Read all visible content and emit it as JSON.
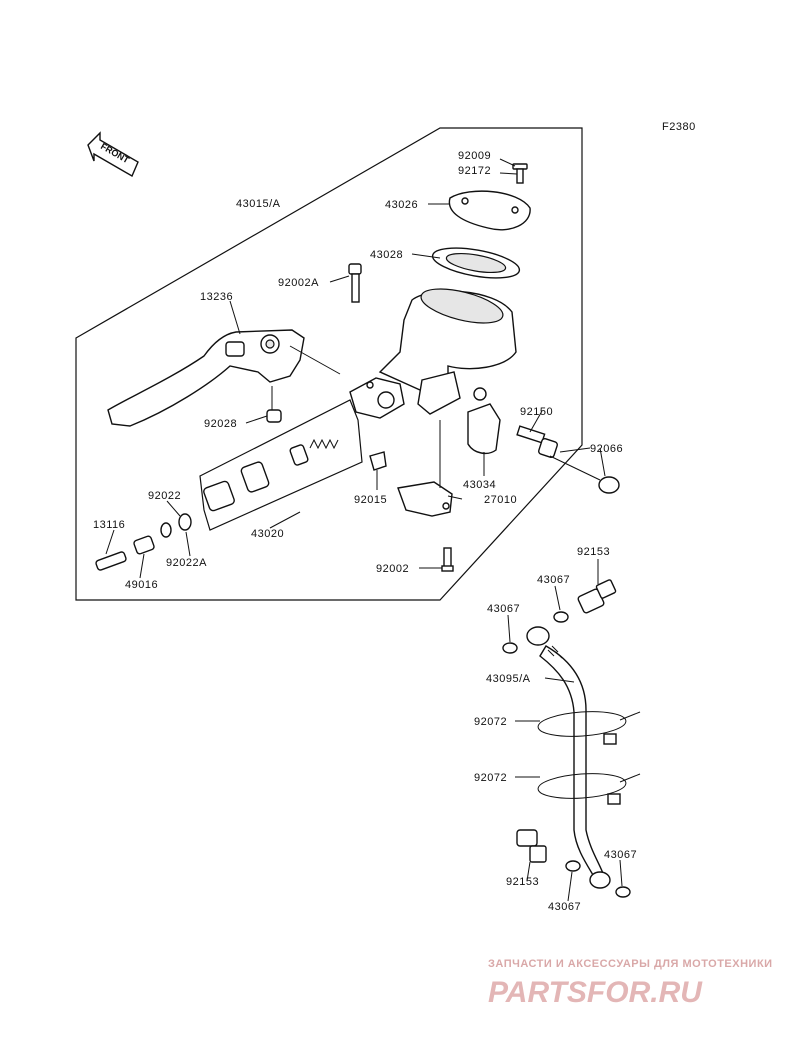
{
  "diagram": {
    "code": "F2380",
    "front_arrow": "FRONT",
    "labels": [
      "43015/A",
      "13236",
      "92028",
      "92022",
      "92022A",
      "13116",
      "49016",
      "43020",
      "92009",
      "92172",
      "43026",
      "43028",
      "92002A",
      "92150",
      "92066",
      "43034",
      "27010",
      "92015",
      "92002",
      "92153",
      "43067",
      "43067",
      "43095/A",
      "92072",
      "92072",
      "92153",
      "43067",
      "43067"
    ]
  },
  "watermark": {
    "caption": "ЗАПЧАСТИ И АКСЕССУАРЫ ДЛЯ МОТОТЕХНИКИ",
    "brand": "PARTSFOR.RU"
  }
}
